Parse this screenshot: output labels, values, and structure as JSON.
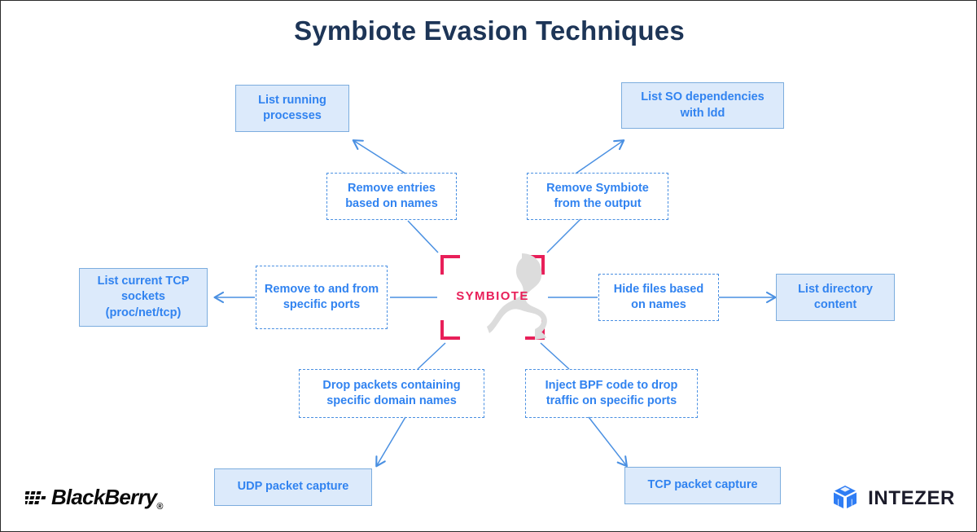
{
  "page": {
    "title": "Symbiote Evasion Techniques",
    "background": "#ffffff",
    "title_color": "#1d3557"
  },
  "center": {
    "label": "SYMBIOTE",
    "bracket_color": "#e81f59",
    "creature_color": "#dcdcdc",
    "icon": "symbiote-creature-silhouette"
  },
  "colors": {
    "accent_blue": "#3183f0",
    "box_fill": "#dceafb",
    "box_border": "#7cadde",
    "dashed_border": "#4a90e2",
    "line": "#4a90e2",
    "crimson": "#e81f59"
  },
  "nodes": {
    "evasions": [
      {
        "id": "remove-entries-based-on-names",
        "text": "Remove entries based on names"
      },
      {
        "id": "remove-symbiote-from-the-output",
        "text": "Remove Symbiote from the output"
      },
      {
        "id": "remove-to-and-from-specific-ports",
        "text": "Remove to and from specific ports"
      },
      {
        "id": "hide-files-based-on-names",
        "text": "Hide files based on names"
      },
      {
        "id": "drop-packets-containing-specific-domain-names",
        "text": "Drop packets containing specific domain names"
      },
      {
        "id": "inject-bpf-code-to-drop-traffic-on-specific-ports",
        "text": "Inject BPF code to drop traffic on specific ports"
      }
    ],
    "techniques": [
      {
        "id": "list-running-processes",
        "text": "List running processes"
      },
      {
        "id": "list-so-dependencies-with-ldd",
        "text": "List SO dependencies with ldd"
      },
      {
        "id": "list-current-tcp-sockets",
        "text": "List current TCP sockets (proc/net/tcp)"
      },
      {
        "id": "list-directory-content",
        "text": "List directory content"
      },
      {
        "id": "udp-packet-capture",
        "text": "UDP packet capture"
      },
      {
        "id": "tcp-packet-capture",
        "text": "TCP packet capture"
      }
    ]
  },
  "footer": {
    "blackberry": {
      "name": "BlackBerry",
      "registered": "®",
      "logo": "blackberry-logo"
    },
    "intezer": {
      "name": "INTEZER",
      "logo": "intezer-cube-logo"
    }
  }
}
